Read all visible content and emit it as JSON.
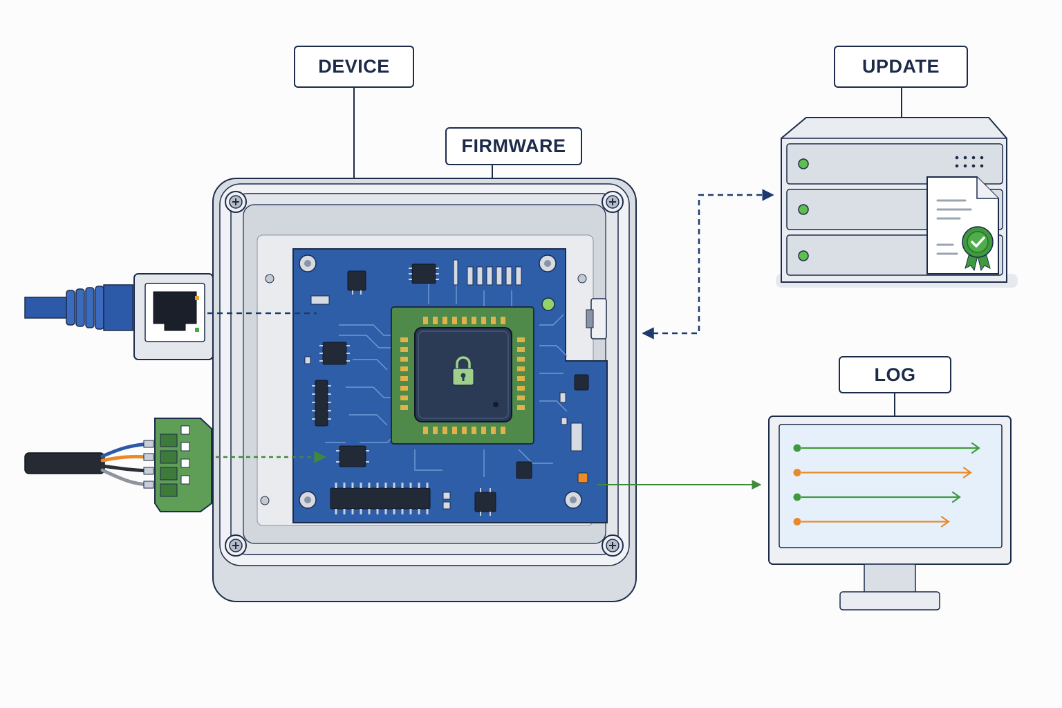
{
  "labels": {
    "device": "DEVICE",
    "firmware": "FIRMWARE",
    "update": "UPDATE",
    "log": "LOG"
  },
  "colors": {
    "outline": "#1c2b4a",
    "enclosure": "#dfe2e8",
    "pcb": "#2f5ea8",
    "chip_carrier": "#4f8a4a",
    "chip": "#2b3a55",
    "ethernet_cable": "#2d5aa8",
    "terminal_block": "#5f9e57",
    "log_green": "#3f9a3f",
    "log_orange": "#e88a2a",
    "secure_badge": "#3f9a3f"
  },
  "icons": [
    "padlock-icon",
    "certificate-document-icon",
    "seal-checkmark-icon",
    "ethernet-port-icon",
    "server-rack-icon",
    "monitor-icon"
  ],
  "log_entries": [
    {
      "status": "green"
    },
    {
      "status": "orange"
    },
    {
      "status": "green"
    },
    {
      "status": "orange"
    }
  ]
}
